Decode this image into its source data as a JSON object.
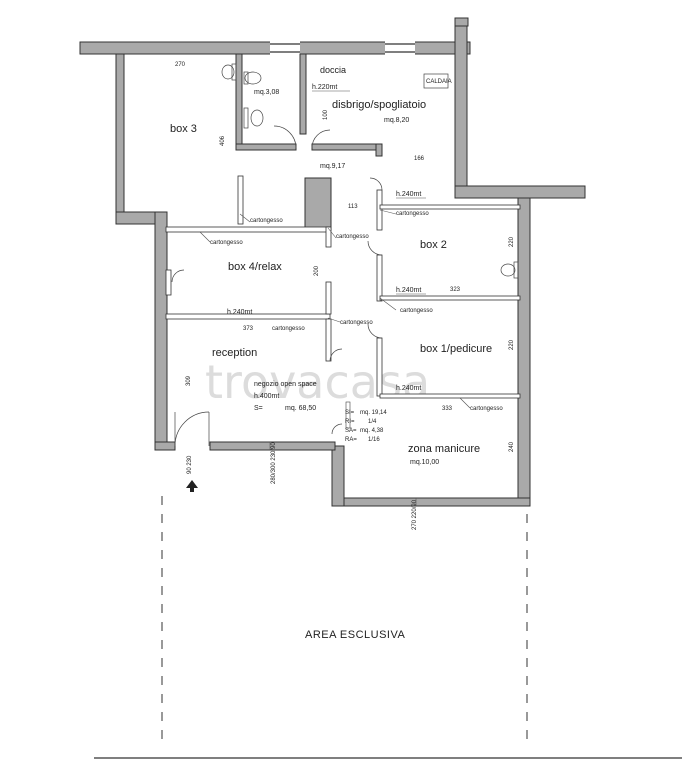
{
  "watermark": "trovacasa",
  "rooms": {
    "box3": "box 3",
    "doccia": "doccia",
    "disbrigo": "disbrigo/spogliatoio",
    "box2": "box 2",
    "box4": "box 4/relax",
    "reception": "reception",
    "box1": "box 1/pedicure",
    "zona_manicure": "zona manicure",
    "area_esclusiva": "AREA ESCLUSIVA",
    "caldaia": "CALDAIA",
    "negozio": "negozio open space"
  },
  "areas": {
    "wc": "mq.3,08",
    "disbrigo": "mq.8,20",
    "corridoio": "mq.9,17",
    "zona_manicure": "mq.10,00",
    "negozio": "mq. 68,50"
  },
  "heights": {
    "doccia": "h.220mt",
    "box2": "h.240mt",
    "box1": "h.240mt",
    "reception": "h.240mt",
    "negozio": "h.400mt"
  },
  "materials": {
    "cartongesso": "cartongesso"
  },
  "dimensions": {
    "d270": "270",
    "d406": "406",
    "d100": "100",
    "d166": "166",
    "d113": "113",
    "d220a": "220",
    "d200": "200",
    "d323": "323",
    "d373": "373",
    "d220b": "220",
    "d309": "309",
    "d333": "333",
    "d240": "240",
    "door_main": "90 230",
    "win_main": "280/300 230/90",
    "win_side": "270 220/90"
  },
  "stats": {
    "si_label": "SI=",
    "si_value": "mq. 19,14",
    "ri_label": "RI=",
    "ri_value": "1/4",
    "sa_label": "SA=",
    "sa_value": "mq. 4,38",
    "ra_label": "RA=",
    "ra_value": "1/16",
    "s_label": "S=",
    "s_value": "mq. 68,50"
  }
}
